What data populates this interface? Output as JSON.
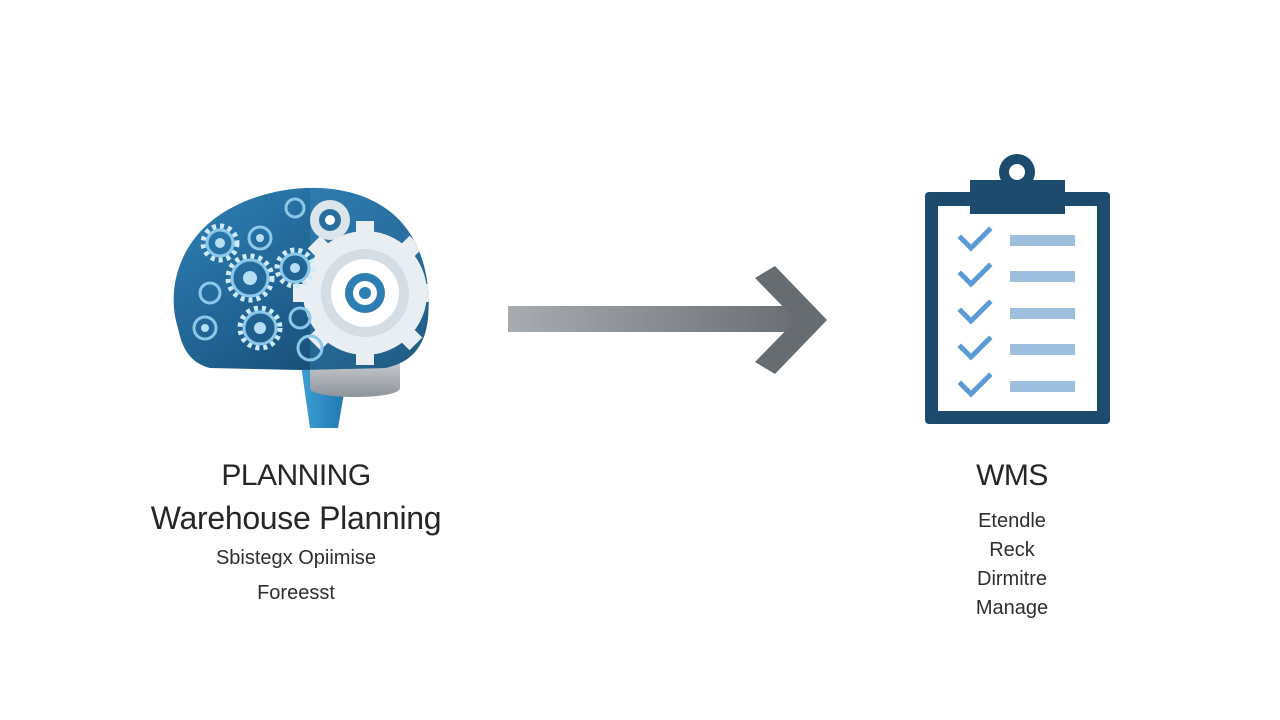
{
  "left": {
    "heading": "PLANNING",
    "title": "Warehouse Planning",
    "subline1": "Sbistegx Opiimise",
    "subline2": "Foreesst",
    "icon": "brain-gears-icon"
  },
  "connector": {
    "icon": "right-arrow-icon"
  },
  "right": {
    "heading": "WMS",
    "items": [
      "Etendle",
      "Reck",
      "Dirmitre",
      "Manage"
    ],
    "icon": "clipboard-checklist-icon"
  },
  "colors": {
    "navy": "#1d4b6e",
    "blue": "#2d7eb3",
    "light_blue": "#5fb4dd",
    "gray": "#6f7478",
    "check_blue": "#5b9bd5",
    "line_blue": "#9dbedd"
  }
}
